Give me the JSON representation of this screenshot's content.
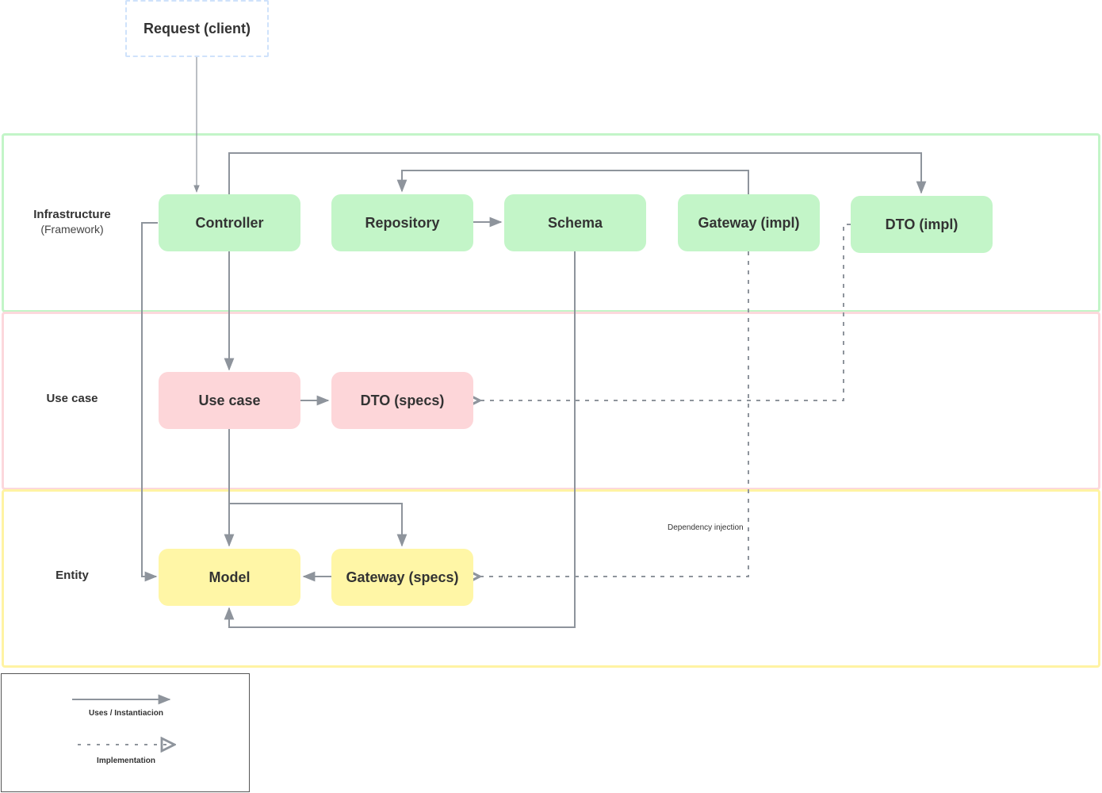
{
  "request": "Request (client)",
  "layers": {
    "infrastructure": {
      "title": "Infrastructure",
      "subtitle": "(Framework)"
    },
    "usecase": {
      "title": "Use case"
    },
    "entity": {
      "title": "Entity"
    }
  },
  "nodes": {
    "controller": "Controller",
    "repository": "Repository",
    "schema": "Schema",
    "gateway_impl": "Gateway (impl)",
    "dto_impl": "DTO (impl)",
    "use_case": "Use case",
    "dto_specs": "DTO (specs)",
    "model": "Model",
    "gateway_specs": "Gateway (specs)"
  },
  "edge_labels": {
    "dependency_injection": "Dependency injection"
  },
  "legend": {
    "uses": "Uses / Instantiacion",
    "implementation": "Implementation"
  },
  "colors": {
    "infrastructure": "#c3f5c8",
    "usecase": "#fdd6d9",
    "entity": "#fff6a6",
    "edge": "#8e949c"
  }
}
